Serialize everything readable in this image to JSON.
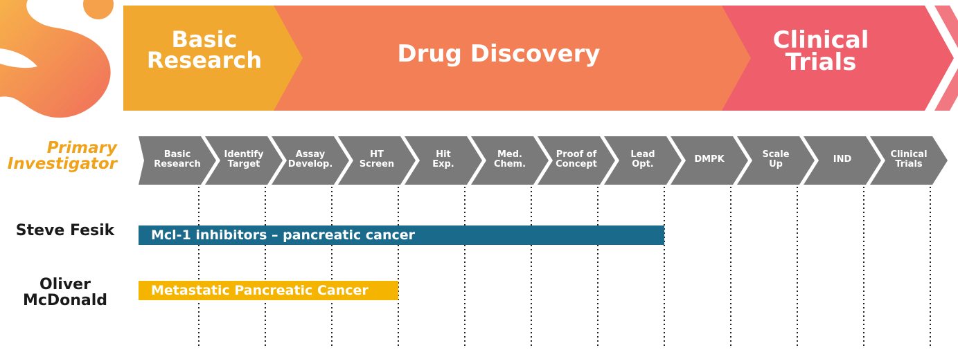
{
  "phases": [
    {
      "label": "Basic\nResearch",
      "color": "#f0a830"
    },
    {
      "label": "Drug Discovery",
      "color": "#f37f57"
    },
    {
      "label": "Clinical\nTrials",
      "color": "#ee5f6b"
    }
  ],
  "steps": [
    "Basic\nResearch",
    "Identify\nTarget",
    "Assay\nDevelop.",
    "HT\nScreen",
    "Hit\nExp.",
    "Med.\nChem.",
    "Proof of\nConcept",
    "Lead\nOpt.",
    "DMPK",
    "Scale\nUp",
    "IND",
    "Clinical\nTrials"
  ],
  "step_color": "#7a7a7a",
  "header": {
    "primary_investigator": "Primary\nInvestigator"
  },
  "investigators": [
    {
      "name": "Steve Fesik",
      "project": "Mcl-1 inhibitors – pancreatic cancer",
      "color": "#1a6a8c",
      "start_step": "Basic\nResearch",
      "end_step": "Lead\nOpt."
    },
    {
      "name": "Oliver\nMcDonald",
      "project": "Metastatic Pancreatic Cancer",
      "color": "#f5b400",
      "start_step": "Basic\nResearch",
      "end_step": "HT\nScreen"
    }
  ],
  "logo_colors": [
    "#f5a04a",
    "#f27a5a"
  ]
}
